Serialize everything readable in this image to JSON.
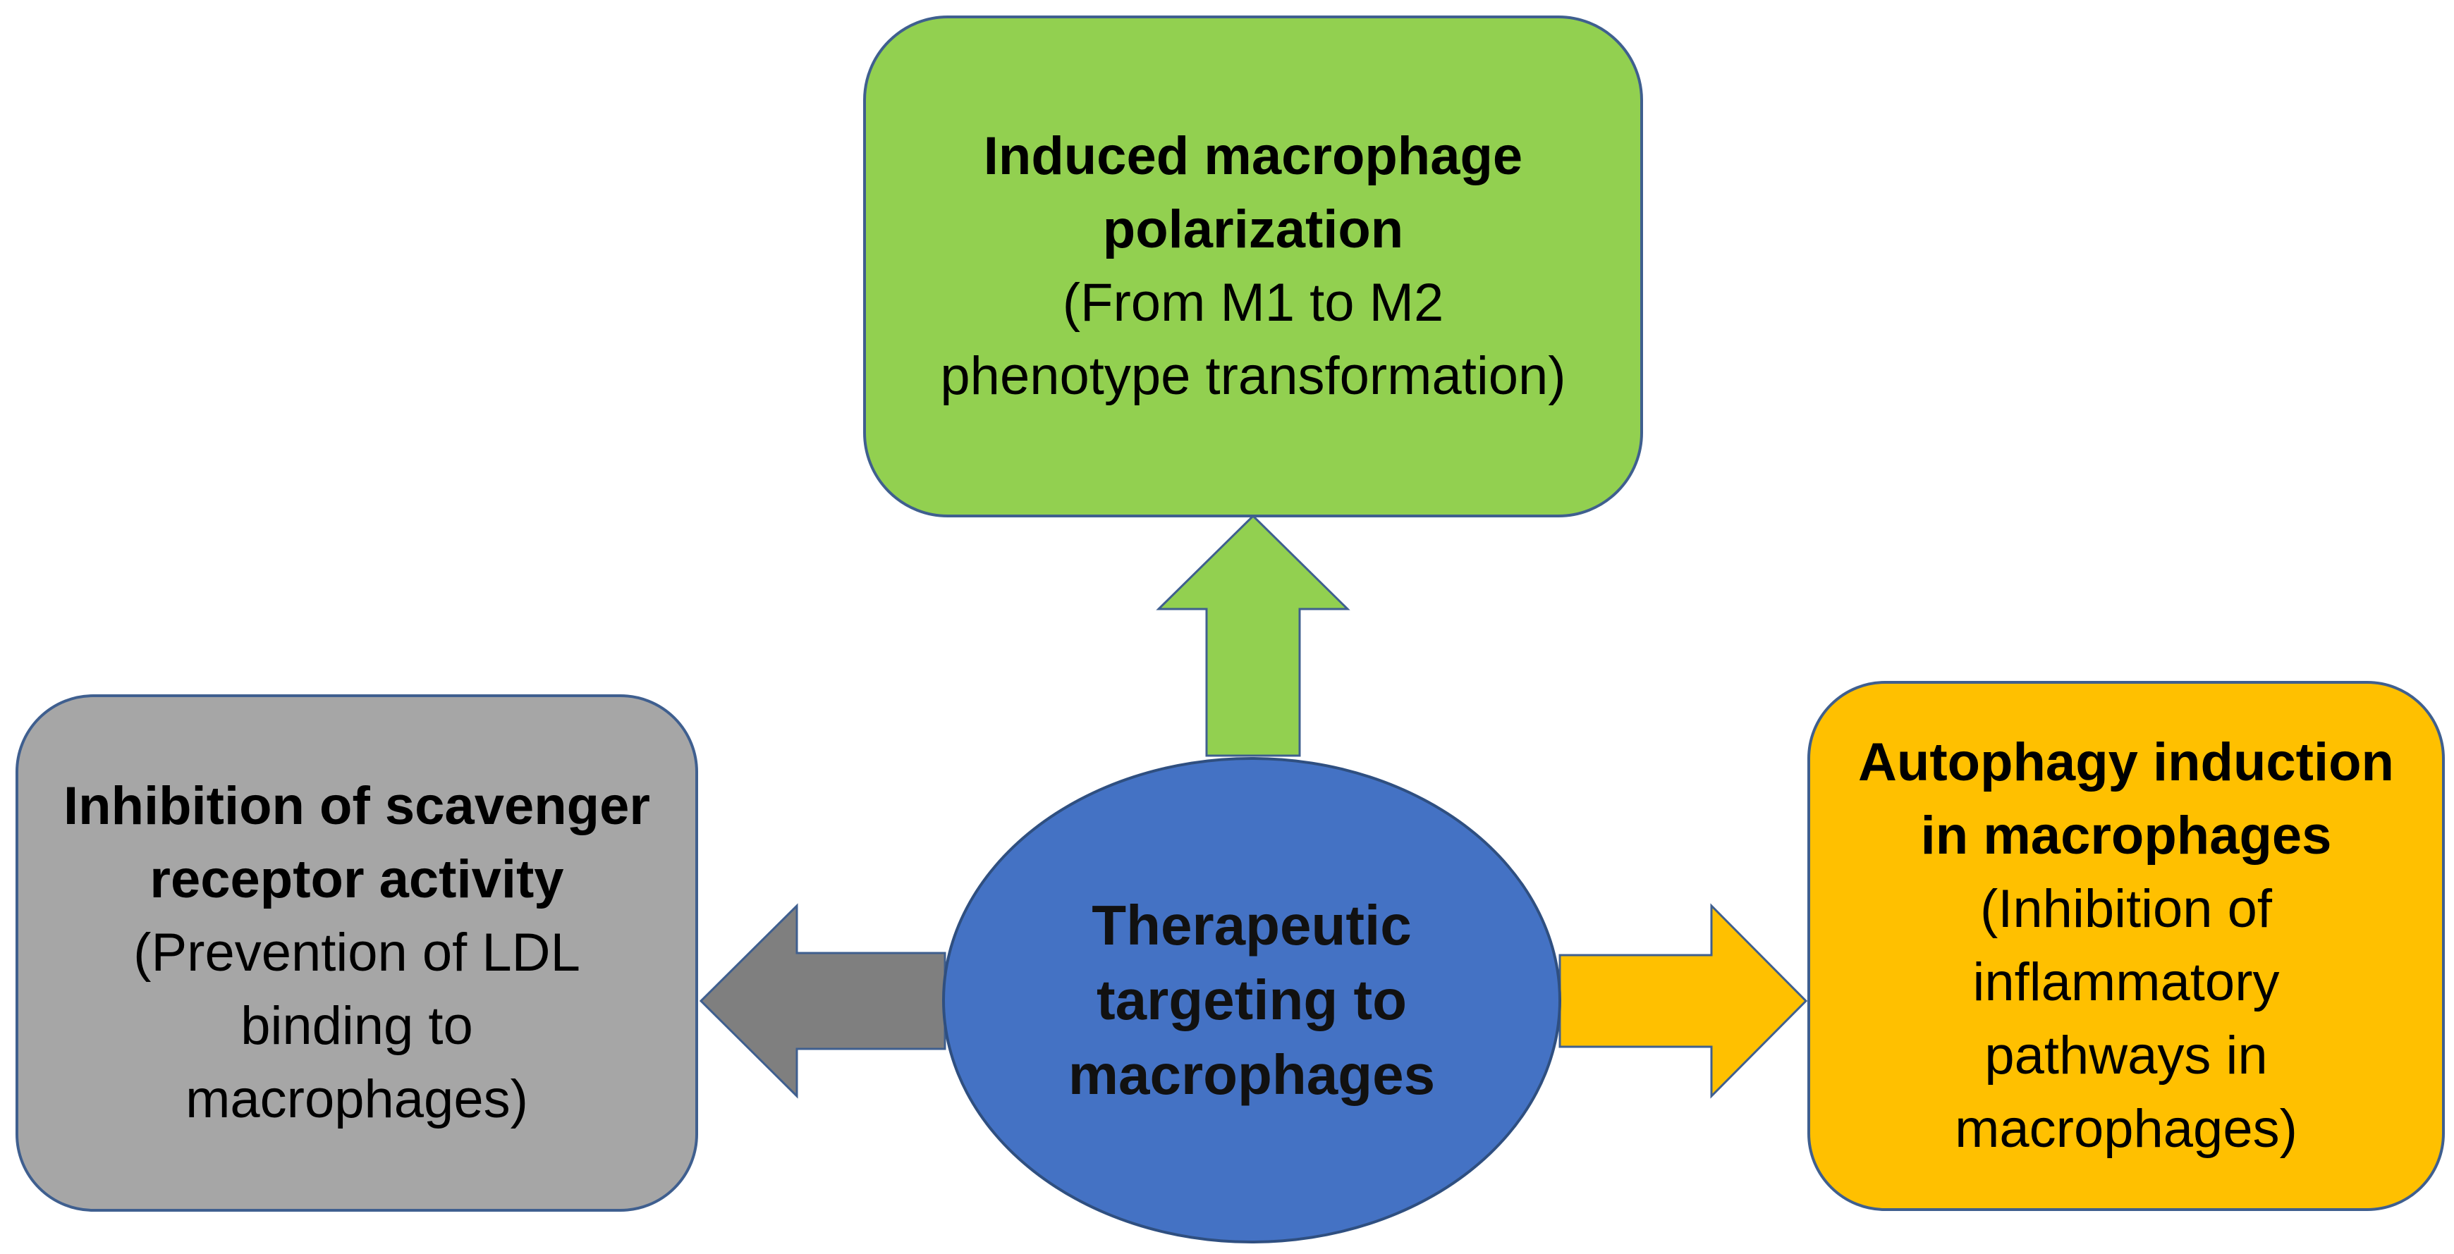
{
  "center": {
    "line1": "Therapeutic",
    "line2": "targeting to",
    "line3": "macrophages",
    "fill_color": "#4472c4",
    "text_color": "#111111"
  },
  "top_box": {
    "title_line1": "Induced macrophage",
    "title_line2": "polarization",
    "detail_line1": "(From M1 to M2",
    "detail_line2": "phenotype transformation)",
    "fill_color": "#92d050",
    "arrow_direction": "up"
  },
  "left_box": {
    "title_line1": "Inhibition of scavenger",
    "title_line2": "receptor activity",
    "detail_line1": "(Prevention of LDL",
    "detail_line2": "binding to",
    "detail_line3": "macrophages)",
    "fill_color": "#a6a6a6",
    "arrow_color": "#7f7f7f",
    "arrow_direction": "left"
  },
  "right_box": {
    "title_line1": "Autophagy induction",
    "title_line2": "in macrophages",
    "detail_line1": "(Inhibition of",
    "detail_line2": "inflammatory",
    "detail_line3": "pathways in",
    "detail_line4": "macrophages)",
    "fill_color": "#ffc000",
    "arrow_direction": "right"
  }
}
